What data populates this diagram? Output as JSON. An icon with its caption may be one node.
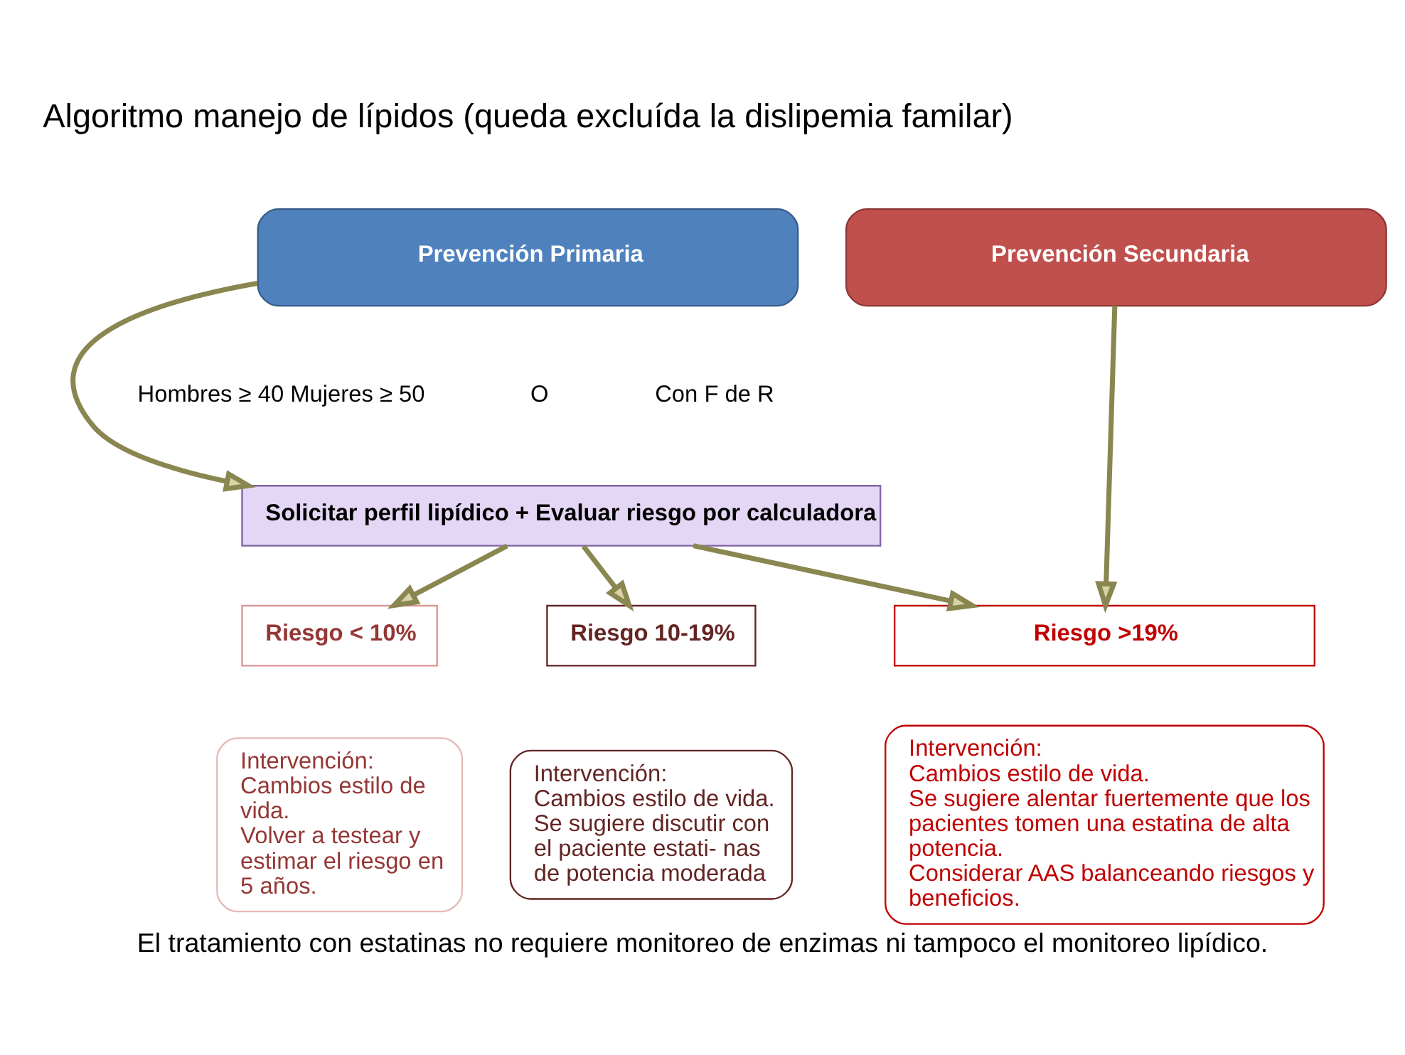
{
  "diagram": {
    "title": "Algoritmo manejo de lípidos (queda excluída la dislipemia familar)",
    "caption": "El tratamiento con estatinas no requiere monitoreo de enzimas ni tampoco el monitoreo lipídico.",
    "nodes": [
      {
        "text": [
          "Prevención Primaria"
        ]
      },
      {
        "text": [
          "Prevención Secundaria"
        ]
      },
      {
        "text": [
          "Solicitar perfil lipídico + Evaluar riesgo por calculadora"
        ]
      },
      {
        "text": [
          "Riesgo < 10%"
        ]
      },
      {
        "text": [
          "Riesgo 10-19%"
        ]
      },
      {
        "text": [
          "Riesgo >19%"
        ]
      },
      {
        "text": [
          "Intervención:",
          "Cambios estilo de vida.",
          "Volver a testear y estimar el riesgo en 5 años."
        ]
      },
      {
        "text": [
          "Intervención:",
          "Cambios estilo de vida.",
          "Se sugiere discutir con el paciente estati- nas de potencia moderada"
        ]
      },
      {
        "text": [
          "Intervención:",
          "Cambios estilo de vida.",
          "Se sugiere alentar fuertemente que los pacientes tomen una estatina de alta potencia.",
          "Considerar AAS balanceando riesgos y beneficios."
        ]
      }
    ],
    "edges": [
      {
        "from": 0,
        "to": 2,
        "arrow": "to"
      },
      {
        "from": 2,
        "to": 3,
        "arrow": "to"
      },
      {
        "from": 2,
        "to": 4,
        "arrow": "to"
      },
      {
        "from": 2,
        "to": 5,
        "arrow": "to"
      },
      {
        "from": 1,
        "to": 5,
        "arrow": "to"
      }
    ],
    "labels": [
      "Hombres ≥ 40 Mujeres ≥ 50",
      "O",
      "Con F de R"
    ]
  }
}
